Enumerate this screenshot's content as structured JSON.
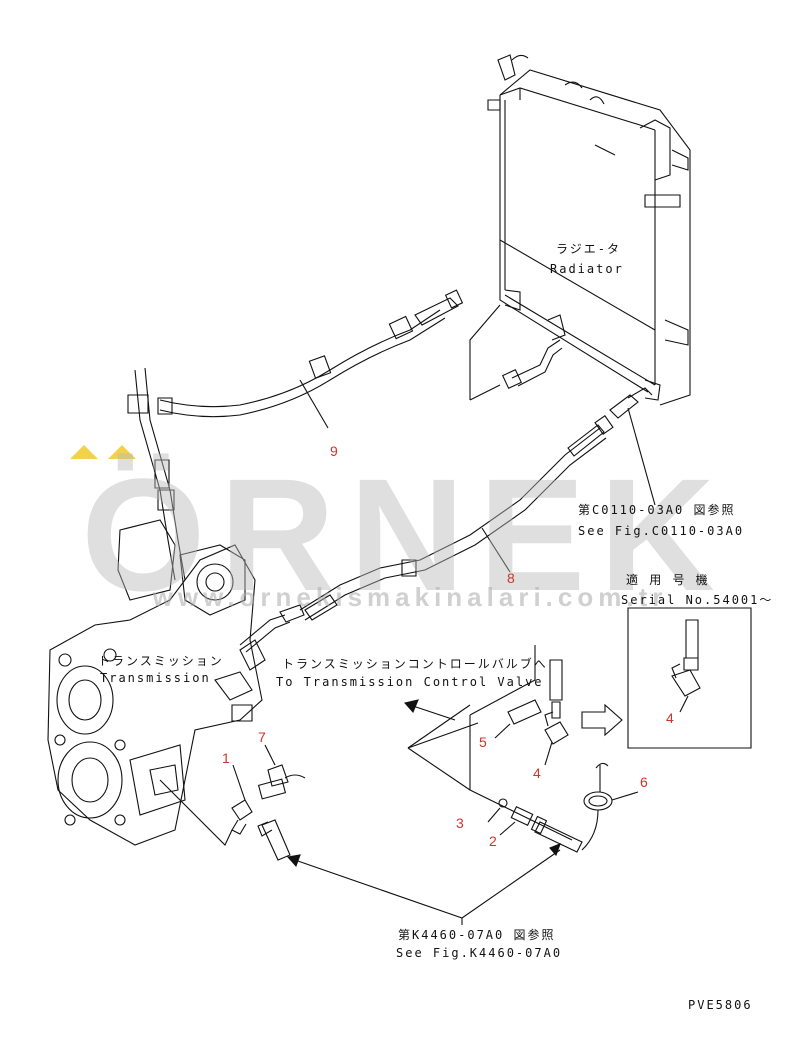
{
  "watermark": {
    "brand": "ÖRNEK",
    "url": "www.ornekismakinalari.com.tr",
    "accent_color": "#f2d24a"
  },
  "labels": {
    "radiator_jp": "ラジエ-タ",
    "radiator_en": "Radiator",
    "fig_c_jp": "第C0110-03A0 図参照",
    "fig_c_en": "See Fig.C0110-03A0",
    "serial_jp": "適 用 号 機",
    "serial_en": "Serial No.54001～",
    "transmission_jp": "トランスミッション",
    "transmission_en": "Transmission",
    "tcv_jp": "トランスミッションコントロールバルブへ",
    "tcv_en": "To Transmission Control Valve",
    "fig_k_jp": "第K4460-07A0 図参照",
    "fig_k_en": "See Fig.K4460-07A0",
    "drawing_code": "PVE5806"
  },
  "callouts": {
    "n1": "1",
    "n2": "2",
    "n3": "3",
    "n4a": "4",
    "n4b": "4",
    "n5": "5",
    "n6": "6",
    "n7": "7",
    "n8": "8",
    "n9": "9"
  },
  "colors": {
    "line": "#111111",
    "callout": "#d0342c",
    "watermark": "#b9b9b9"
  }
}
